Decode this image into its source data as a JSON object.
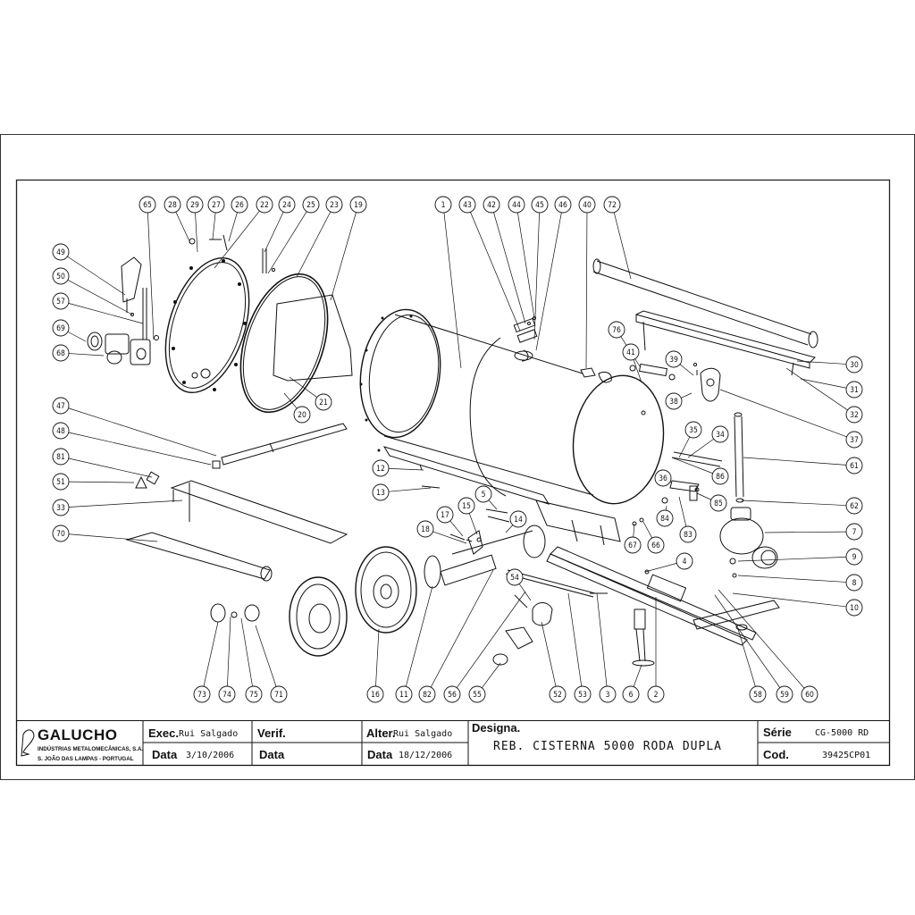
{
  "brand": {
    "name": "GALUCHO",
    "line1": "INDÚSTRIAS METALOMECÂNICAS, S.A.",
    "line2": "S. JOÃO DAS LAMPAS - PORTUGAL"
  },
  "title_block": {
    "exec_label": "Exec.",
    "exec_value": "Rui Salgado",
    "exec_date_label": "Data",
    "exec_date": "3/10/2006",
    "verif_label": "Verif.",
    "verif_date_label": "Data",
    "alter_label": "Alter.",
    "alter_value": "Rui Salgado",
    "alter_date_label": "Data",
    "alter_date": "18/12/2006",
    "designa_label": "Designa.",
    "designa_value": "REB. CISTERNA 5000 RODA DUPLA",
    "serie_label": "Série",
    "serie_value": "CG-5000 RD",
    "cod_label": "Cod.",
    "cod_value": "39425CP01"
  },
  "callouts": [
    "1",
    "2",
    "3",
    "4",
    "5",
    "6",
    "7",
    "8",
    "9",
    "10",
    "11",
    "12",
    "13",
    "14",
    "15",
    "16",
    "17",
    "18",
    "19",
    "20",
    "21",
    "22",
    "23",
    "24",
    "25",
    "26",
    "27",
    "28",
    "29",
    "30",
    "31",
    "32",
    "33",
    "34",
    "35",
    "36",
    "37",
    "38",
    "39",
    "40",
    "41",
    "42",
    "43",
    "44",
    "45",
    "46",
    "47",
    "48",
    "49",
    "50",
    "51",
    "52",
    "53",
    "54",
    "55",
    "56",
    "57",
    "58",
    "59",
    "60",
    "61",
    "62",
    "65",
    "66",
    "67",
    "68",
    "69",
    "70",
    "71",
    "72",
    "73",
    "74",
    "75",
    "76",
    "81",
    "82",
    "83",
    "84",
    "85",
    "86"
  ]
}
